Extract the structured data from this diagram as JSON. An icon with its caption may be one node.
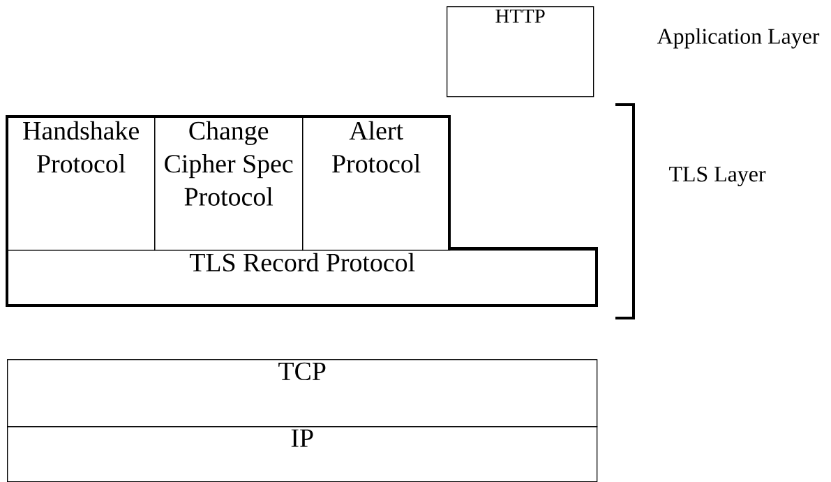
{
  "diagram": {
    "nodes": [
      {
        "text": [
          "HTTP"
        ]
      },
      {
        "text": [
          "Handshake Protocol"
        ]
      },
      {
        "text": [
          "Change Cipher Spec Protocol"
        ]
      },
      {
        "text": [
          "Alert Protocol"
        ]
      },
      {
        "text": [
          "TLS Record Protocol"
        ]
      },
      {
        "text": [
          "TCP"
        ]
      },
      {
        "text": [
          "IP"
        ]
      }
    ],
    "labels": [
      "Application Layer",
      "TLS Layer"
    ]
  }
}
